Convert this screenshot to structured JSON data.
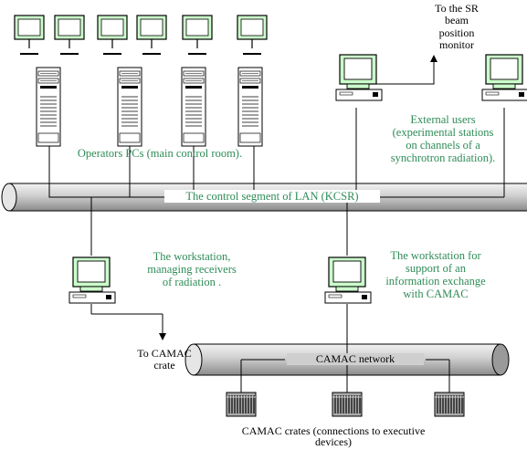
{
  "colors": {
    "accent": "#2e8b57",
    "monitor": "#ccffcc",
    "line": "#000000",
    "device": "#aaaaaa"
  },
  "labels": {
    "sr_monitor": [
      "To the SR",
      "beam",
      "position",
      "monitor"
    ],
    "external_users": [
      "External users",
      "(experimental stations",
      "on channels of a",
      "synchrotron radiation)."
    ],
    "operators": "Operators PCs (main control room).",
    "lan": "The control segment of LAN (KCSR)",
    "workstation_receivers": [
      "The workstation,",
      "managing receivers",
      "of radiation ."
    ],
    "workstation_camac": [
      "The workstation for",
      "support of an",
      "information exchange",
      "with CAMAC"
    ],
    "to_camac_crate": [
      "To CAMAC",
      "crate"
    ],
    "camac_network": "CAMAC network",
    "camac_crates": [
      "CAMAC crates (connections to executive",
      "devices)"
    ]
  }
}
